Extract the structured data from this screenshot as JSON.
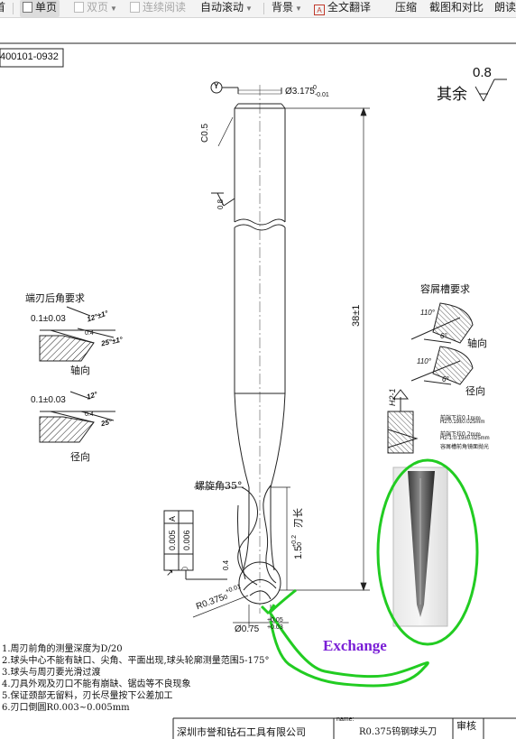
{
  "toolbar": {
    "items": [
      {
        "label": "首",
        "state": "normal"
      },
      {
        "label": "单页",
        "state": "active"
      },
      {
        "label": "双页",
        "state": "disabled"
      },
      {
        "label": "连续阅读",
        "state": "disabled"
      },
      {
        "label": "自动滚动",
        "state": "normal"
      },
      {
        "label": "背景",
        "state": "normal"
      },
      {
        "label": "全文翻译",
        "state": "normal"
      },
      {
        "label": "压缩",
        "state": "normal"
      },
      {
        "label": "截图和对比",
        "state": "normal"
      },
      {
        "label": "朗读",
        "state": "normal"
      }
    ]
  },
  "drawing": {
    "doc_number": "400101-0932",
    "roughness": {
      "label": "其余",
      "value": "0.8"
    },
    "datum": "Y",
    "shank_diameter": "Ø3.175",
    "shank_tol": "-0.01",
    "shank_tol_upper": "0",
    "chamfer": "C0.5",
    "surface_mark": "0.8",
    "overall_length": "38±1",
    "helix_angle": "螺旋角35°",
    "flute_length": "1.5",
    "flute_tol_upper": "+0.2",
    "flute_tol_lower": "0",
    "flute_label": "刃长",
    "ball_radius": "R0.375",
    "ball_tol_upper": "+0.01",
    "ball_tol_lower": "0",
    "neck_diameter": "Ø0.75",
    "neck_tol_upper": "+0.05",
    "neck_tol_lower": "+0.03",
    "gdt": {
      "symbol": "↗",
      "v1": "0.005",
      "ref1": "A",
      "v2": "0.006",
      "ref2": "◠"
    },
    "small_dim": "0.4",
    "end_clearance": {
      "title": "端刃后角要求",
      "axial": {
        "land": "0.1±0.03",
        "angle1": "12°±1°",
        "angle2": "25°±1°",
        "w": "0.4",
        "label": "轴向"
      },
      "radial": {
        "land": "0.1±0.03",
        "angle1": "12°",
        "angle2": "25°",
        "w": "0.4",
        "label": "径向"
      }
    },
    "chip_flute": {
      "title": "容屑槽要求",
      "axial": {
        "angle1": "110°",
        "angle2": "6°",
        "label": "轴向"
      },
      "radial": {
        "angle1": "110°",
        "angle2": "6°",
        "label": "径向"
      }
    },
    "detail": {
      "label": "H2-1",
      "lines": [
        "前端下拉0.1mm",
        "H2:0.19±0.025mm",
        "前端下拉0.2mm",
        "H2-1:0.19±0.025mm",
        "容屑槽前角镜面抛光"
      ]
    },
    "annotation": "Exchange",
    "notes": [
      "1.周刃前角的测量深度为D/20",
      "2.球头中心不能有缺口、尖角、平面出现,球头轮廓测量范围5-175°",
      "3.球头与周刃要光滑过渡",
      "4.刀具外观及刃口不能有崩缺、锯齿等不良现象",
      "5.保证颈部无留料，刃长尽量按下公差加工",
      "6.刃口倒圆R0.003~0.005mm"
    ],
    "title_block": {
      "company": "深圳市誉和钻石工具有限公司",
      "name_label": "name:",
      "name_value": "R0.375钨钢球头刀",
      "review": "审核"
    }
  },
  "colors": {
    "annotation_green": "#22cc22",
    "annotation_purple": "#7a1fd6"
  }
}
